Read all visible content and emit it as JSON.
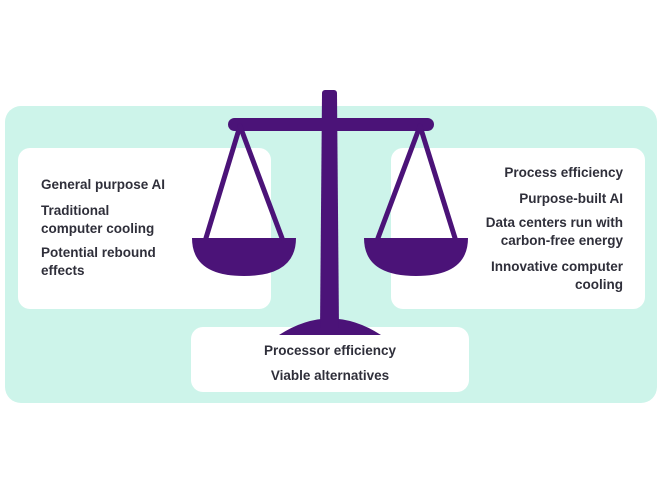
{
  "left_items": [
    "General purpose AI",
    "Traditional\ncomputer cooling",
    "Potential rebound\neffects"
  ],
  "right_items": [
    "Process efficiency",
    "Purpose-built AI",
    "Data centers run with\ncarbon-free energy",
    "Innovative computer\ncooling"
  ],
  "bottom_items": [
    "Processor efficiency",
    "Viable alternatives"
  ],
  "colors": {
    "panel": "#cdf4ea",
    "scale": "#4b1378",
    "card": "#ffffff",
    "text": "#2f2f3a"
  },
  "icon": "balance-scale-icon"
}
